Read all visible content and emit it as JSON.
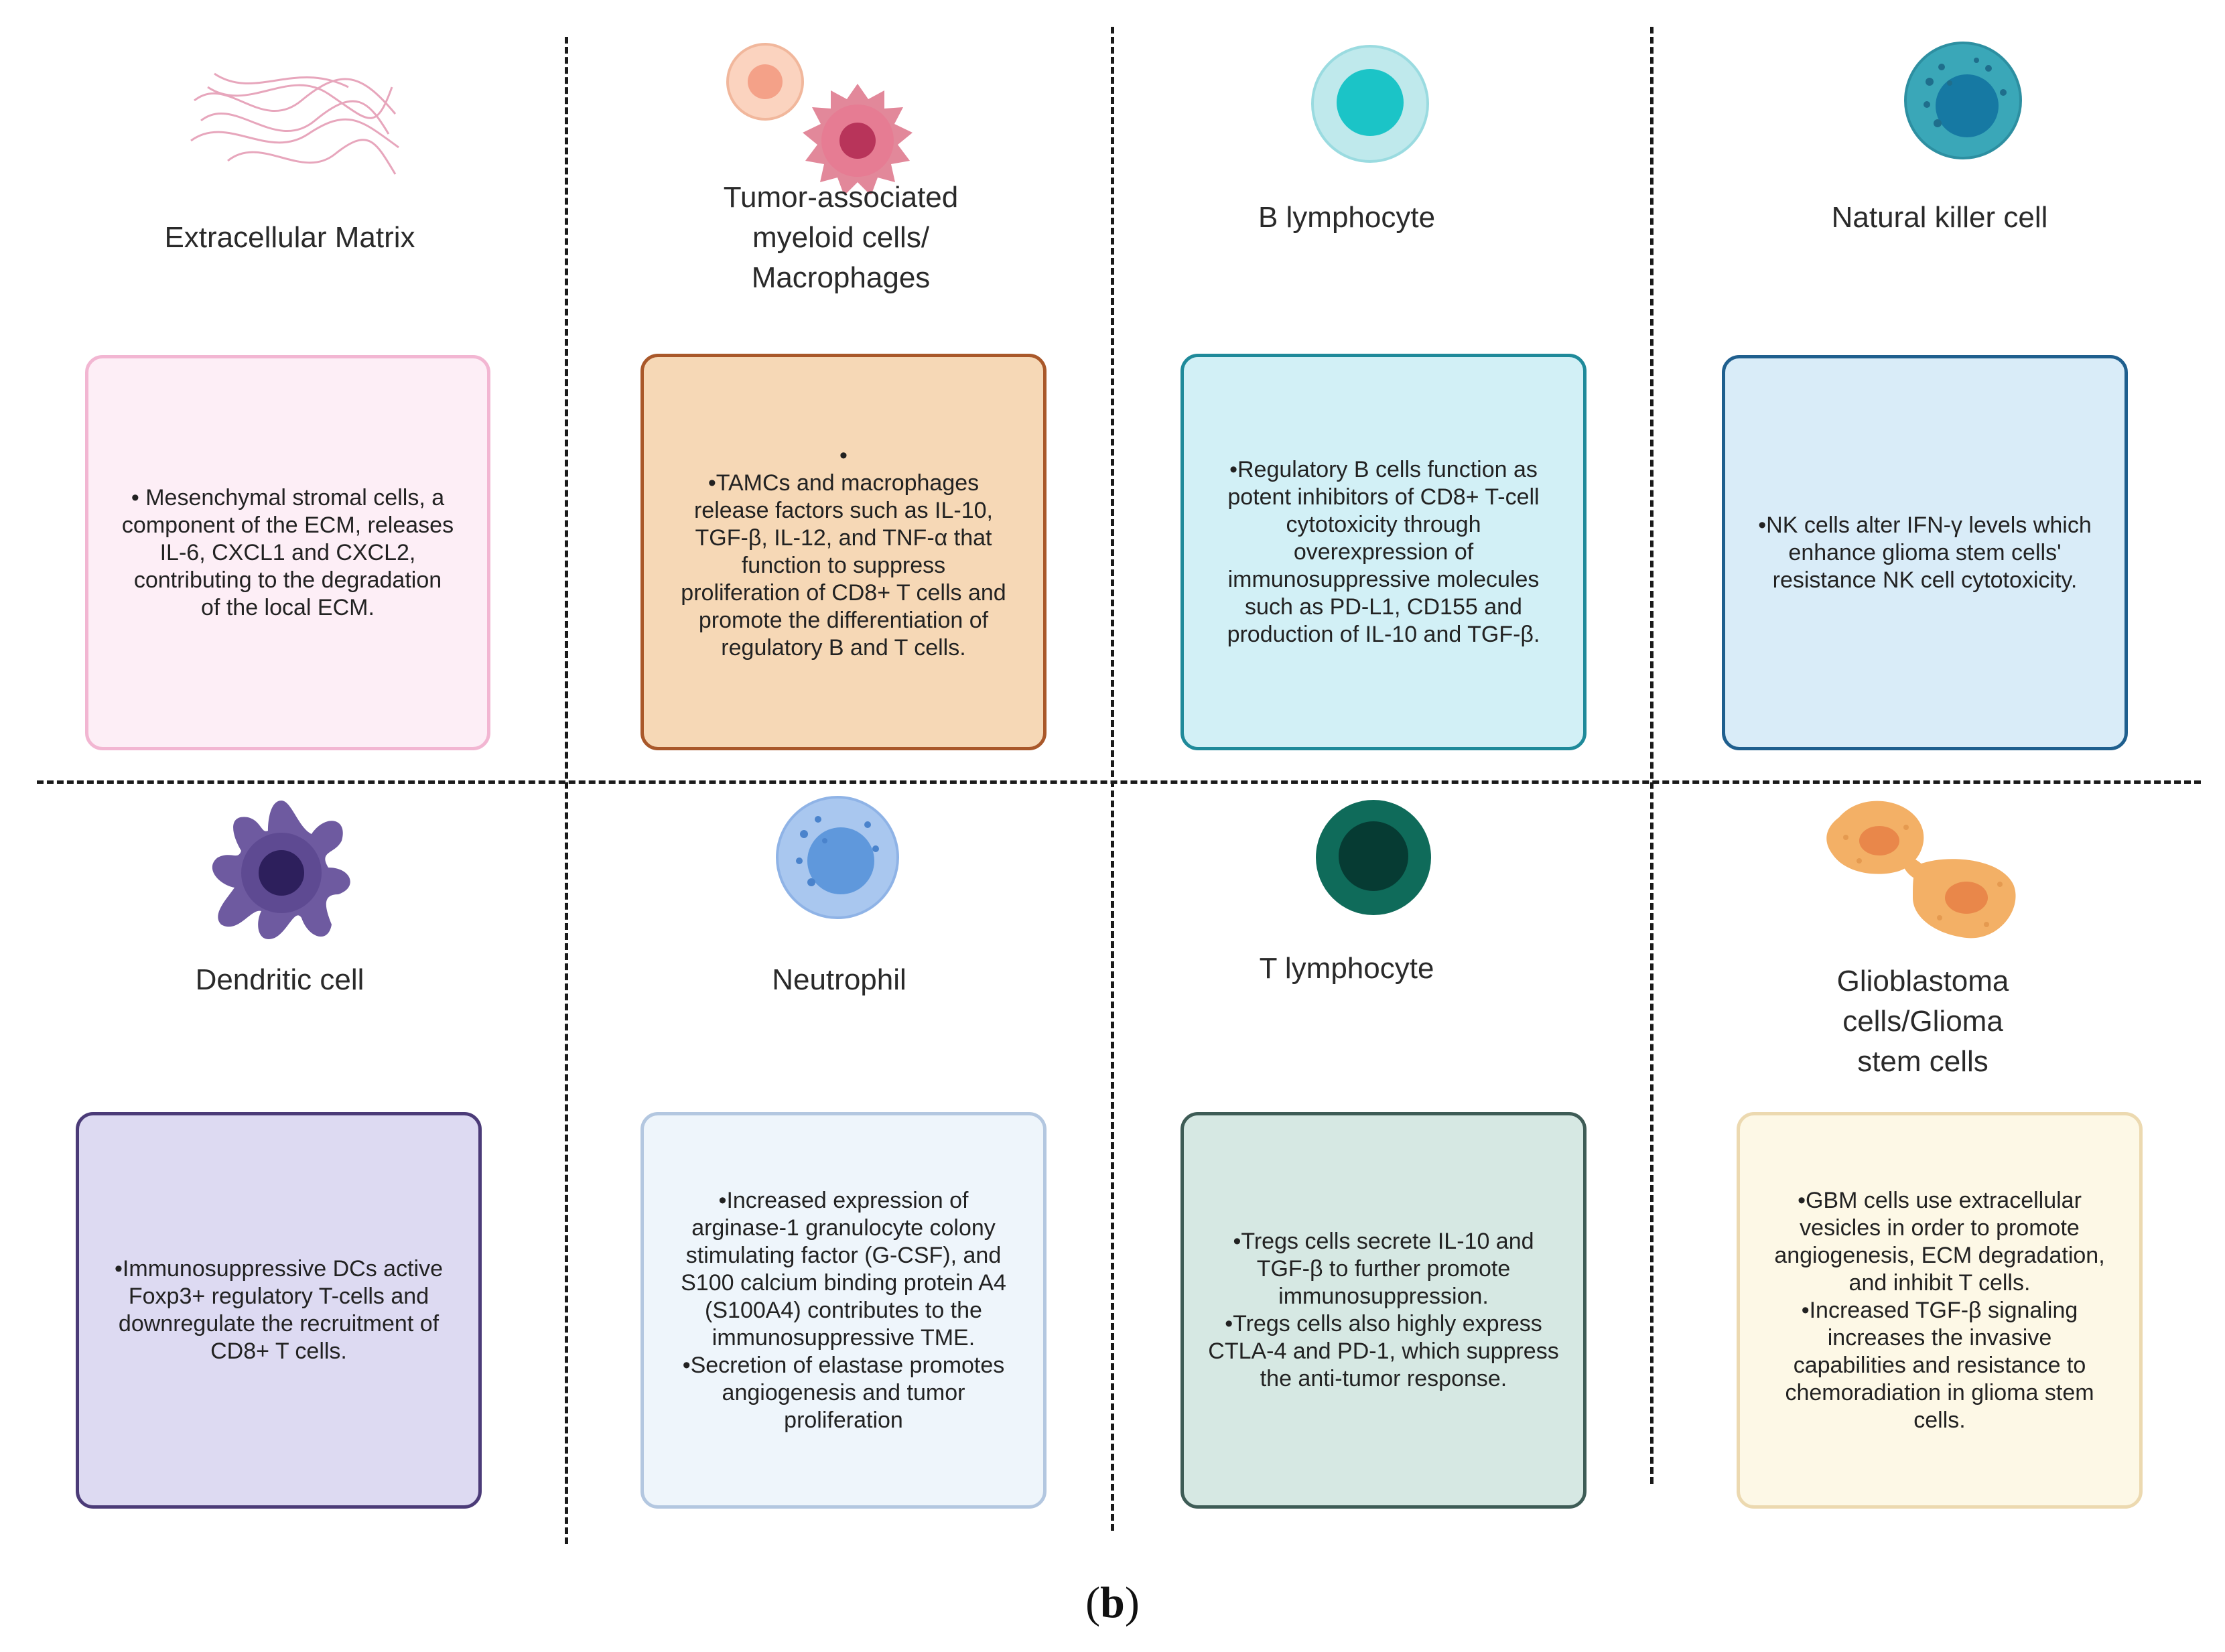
{
  "cells": [
    {
      "title": "Extracellular Matrix",
      "description": "• Mesenchymal stromal cells, a\ncomponent of the ECM, releases\nIL-6, CXCL1 and CXCL2,\ncontributing to the degradation\nof the local ECM.",
      "icon": "ecm-fibers-icon",
      "border": "#f2b6d2",
      "fill": "#fdeef6"
    },
    {
      "title": "Tumor-associated\nmyeloid cells/\nMacrophages",
      "description": "•\n•TAMCs and macrophages\nrelease factors such as IL-10,\nTGF-β, IL-12, and TNF-α that\nfunction to suppress\nproliferation of CD8+ T cells and\npromote the differentiation of\nregulatory B and T cells.",
      "icon": "macrophage-icon",
      "border": "#a9582a",
      "fill": "#f6d8b6"
    },
    {
      "title": "B lymphocyte",
      "description": "•Regulatory B cells function as\npotent inhibitors of CD8+ T-cell\ncytotoxicity through\noverexpression of\nimmunosuppressive molecules\nsuch as PD-L1, CD155 and\nproduction of IL-10 and TGF-β.",
      "icon": "b-lymphocyte-icon",
      "border": "#1f8a9a",
      "fill": "#d2f0f6"
    },
    {
      "title": "Natural killer cell",
      "description": "•NK cells alter IFN-γ levels which\nenhance glioma stem cells'\nresistance NK cell cytotoxicity.",
      "icon": "nk-cell-icon",
      "border": "#1f5f8e",
      "fill": "#d9ecf8"
    },
    {
      "title": "Dendritic cell",
      "description": "•Immunosuppressive DCs active\nFoxp3+ regulatory T-cells and\ndownregulate the recruitment of\nCD8+ T cells.",
      "icon": "dendritic-cell-icon",
      "border": "#4b3b78",
      "fill": "#dddaf2"
    },
    {
      "title": "Neutrophil",
      "description": "•Increased expression of\narginase-1 granulocyte colony\nstimulating factor (G-CSF), and\nS100 calcium binding protein A4\n(S100A4) contributes to the\nimmunosuppressive TME.\n•Secretion of elastase promotes\nangiogenesis and tumor\nproliferation",
      "icon": "neutrophil-icon",
      "border": "#b3c7e0",
      "fill": "#eef5fb"
    },
    {
      "title": "T lymphocyte",
      "description": "•Tregs cells secrete IL-10 and\nTGF-β to further promote\nimmunosuppression.\n•Tregs cells also highly express\nCTLA-4 and PD-1,  which suppress\nthe anti-tumor response.",
      "icon": "t-lymphocyte-icon",
      "border": "#3e5c56",
      "fill": "#d6e8e3"
    },
    {
      "title": "Glioblastoma\ncells/Glioma\nstem cells",
      "description": "•GBM cells use extracellular\nvesicles in order to promote\nangiogenesis, ECM degradation,\nand inhibit T cells.\n•Increased TGF-β signaling\nincreases the invasive\ncapabilities and resistance to\nchemoradiation in glioma stem\ncells.",
      "icon": "glioblastoma-cells-icon",
      "border": "#ecd9b0",
      "fill": "#fdf8e6"
    }
  ],
  "caption": {
    "open": "(",
    "label": "b",
    "close": ")"
  }
}
